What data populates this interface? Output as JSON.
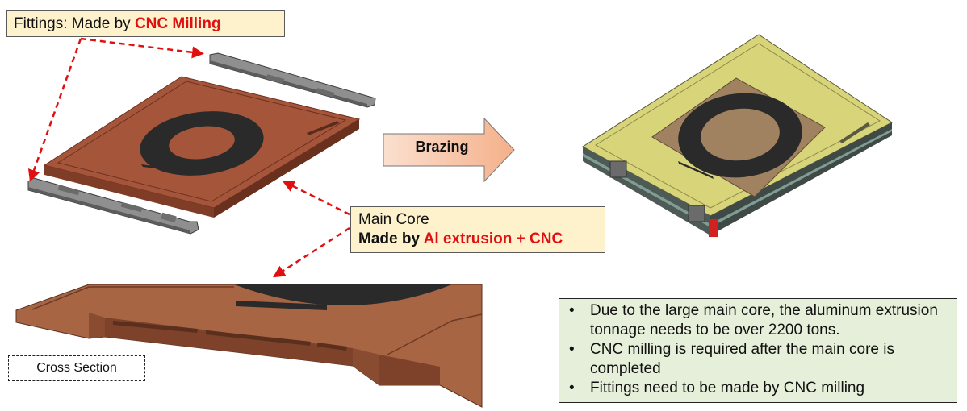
{
  "callouts": {
    "fittings": {
      "text": "Fittings: Made by ",
      "highlight": "CNC Milling"
    },
    "main_core": {
      "title": "Main Core",
      "made_by": "Made by ",
      "highlight": "Al extrusion + CNC"
    }
  },
  "process_arrow": {
    "label": "Brazing"
  },
  "cross_section": {
    "label": "Cross Section"
  },
  "notes": [
    "Due to the large main core, the aluminum extrusion tonnage needs to be over 2200 tons.",
    "CNC milling is required after the main core is completed",
    "Fittings need to be made by CNC milling"
  ],
  "colors": {
    "copper_plate": "#a5553a",
    "yellow_plate": "#d8d47a",
    "fitting_gray": "#8f8f8f",
    "ring_dark": "#2a2a2a",
    "callout_fill": "#fdf2cc",
    "arrow_fill": "#f8c9aa",
    "note_fill": "#e5efd9",
    "leader_red": "#e01010"
  }
}
